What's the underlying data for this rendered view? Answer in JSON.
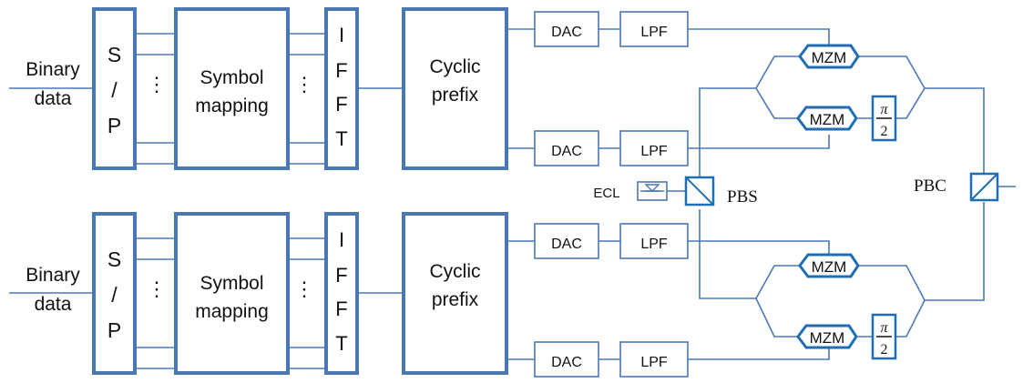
{
  "chains": [
    {
      "input_label_line1": "Binary",
      "input_label_line2": "data",
      "sp_label": [
        "S",
        "/",
        "P"
      ],
      "dots": "⋮",
      "symbol_mapping": [
        "Symbol",
        "mapping"
      ],
      "ifft_label": [
        "I",
        "F",
        "F",
        "T"
      ],
      "cyclic_prefix": [
        "Cyclic",
        "prefix"
      ],
      "dac": "DAC",
      "lpf": "LPF",
      "mzm": "MZM",
      "pi_num": "π",
      "pi_den": "2"
    },
    {
      "input_label_line1": "Binary",
      "input_label_line2": "data",
      "sp_label": [
        "S",
        "/",
        "P"
      ],
      "dots": "⋮",
      "symbol_mapping": [
        "Symbol",
        "mapping"
      ],
      "ifft_label": [
        "I",
        "F",
        "F",
        "T"
      ],
      "cyclic_prefix": [
        "Cyclic",
        "prefix"
      ],
      "dac": "DAC",
      "lpf": "LPF",
      "mzm": "MZM",
      "pi_num": "π",
      "pi_den": "2"
    }
  ],
  "ecl_label": "ECL",
  "pbs_label": "PBS",
  "pbc_label": "PBC",
  "colors": {
    "block_border": "#4a78b5",
    "mzm_border": "#1f6eb5",
    "text": "#111111",
    "background": "#ffffff"
  }
}
